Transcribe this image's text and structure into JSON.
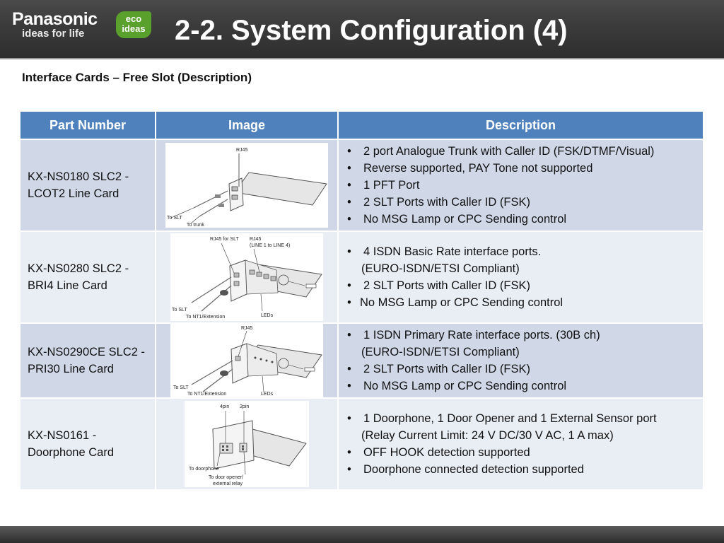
{
  "header": {
    "brand": "Panasonic",
    "tagline": "ideas for life",
    "badge_line1": "eco",
    "badge_line2": "ideas",
    "title": "2-2. System Configuration (4)"
  },
  "subtitle": "Interface Cards – Free Slot (Description)",
  "table": {
    "headers": [
      "Part Number",
      "Image",
      "Description"
    ],
    "rows": [
      {
        "part_line1": "KX-NS0180 SLC2 -",
        "part_line2": "LCOT2 Line Card",
        "image_labels": [
          "RJ45",
          "To SLT",
          "To trunk"
        ],
        "desc": [
          "2 port Analogue Trunk with Caller ID (FSK/DTMF/Visual)",
          "Reverse supported, PAY Tone not supported",
          "1 PFT Port",
          "2 SLT Ports with Caller ID (FSK)",
          "No MSG Lamp or CPC Sending control"
        ]
      },
      {
        "part_line1": "KX-NS0280 SLC2 -",
        "part_line2": "BRI4 Line Card",
        "image_labels": [
          "RJ45 for SLT",
          "RJ45",
          "(LINE 1 to LINE 4)",
          "To SLT",
          "To NT1/Extension",
          "LEDs"
        ],
        "desc": [
          "4 ISDN Basic Rate interface ports.",
          "(EURO-ISDN/ETSI Compliant)",
          "2 SLT Ports with Caller ID (FSK)",
          "No MSG Lamp or CPC Sending control"
        ]
      },
      {
        "part_line1": "KX-NS0290CE SLC2 -",
        "part_line2": "PRI30 Line Card",
        "image_labels": [
          "RJ45",
          "To SLT",
          "To NT1/Extension",
          "LEDs"
        ],
        "desc": [
          "1 ISDN Primary Rate interface ports. (30B ch)",
          "(EURO-ISDN/ETSI Compliant)",
          "2 SLT Ports with Caller ID (FSK)",
          "No MSG Lamp or CPC Sending control"
        ]
      },
      {
        "part_line1": "KX-NS0161 -",
        "part_line2": "Doorphone Card",
        "image_labels": [
          "4pin",
          "2pin",
          "To doorphone",
          "To door opener/",
          "external relay"
        ],
        "desc": [
          "1 Doorphone, 1 Door Opener and 1 External Sensor port",
          "(Relay Current Limit: 24 V DC/30 V AC, 1 A max)",
          "OFF HOOK detection supported",
          "Doorphone connected detection supported"
        ]
      }
    ]
  },
  "colors": {
    "header_bg": "#3a3a3a",
    "table_header_bg": "#4f81bd",
    "row_odd_bg": "#d0d8e8",
    "row_even_bg": "#e9edf4",
    "eco_green": "#5aa02c"
  }
}
